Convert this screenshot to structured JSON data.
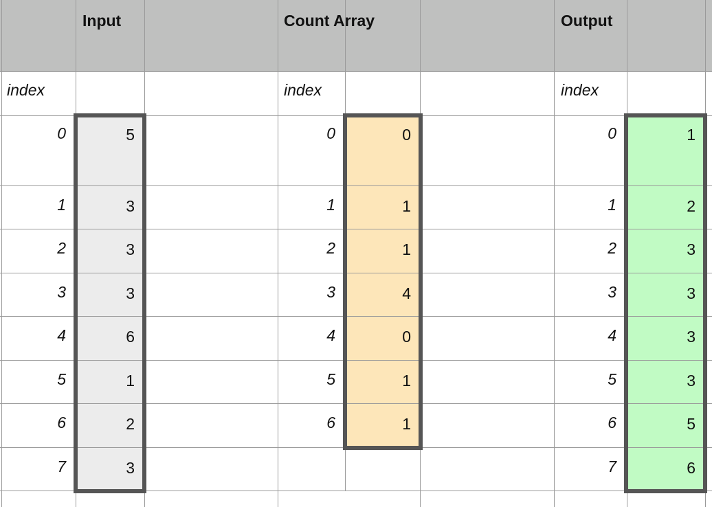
{
  "headers": {
    "input": "Input",
    "count": "Count Array",
    "output": "Output"
  },
  "index_label": "index",
  "input": {
    "indices": [
      "0",
      "1",
      "2",
      "3",
      "4",
      "5",
      "6",
      "7"
    ],
    "values": [
      "5",
      "3",
      "3",
      "3",
      "6",
      "1",
      "2",
      "3"
    ]
  },
  "count": {
    "indices": [
      "0",
      "1",
      "2",
      "3",
      "4",
      "5",
      "6"
    ],
    "values": [
      "0",
      "1",
      "1",
      "4",
      "0",
      "1",
      "1"
    ]
  },
  "output": {
    "indices": [
      "0",
      "1",
      "2",
      "3",
      "4",
      "5",
      "6",
      "7"
    ],
    "values": [
      "1",
      "2",
      "3",
      "3",
      "3",
      "3",
      "5",
      "6"
    ]
  },
  "colors": {
    "header_bg": "#bfc0bf",
    "input_fill": "#ececec",
    "count_fill": "#fde6b9",
    "output_fill": "#c1fbc4",
    "box_border": "#555555",
    "grid": "#9a9a9a"
  }
}
